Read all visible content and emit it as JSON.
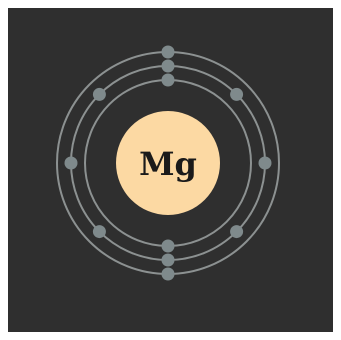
{
  "element": {
    "symbol": "Mg"
  },
  "shells": [
    {
      "electrons": 2
    },
    {
      "electrons": 8
    },
    {
      "electrons": 2
    }
  ],
  "colors": {
    "background": "#2f2f2f",
    "frame": "#ffffff",
    "nucleus": "#fcd9a3",
    "nucleus_text": "#1a1a1a",
    "orbit": "#8c9191",
    "electron": "#7f8a8c"
  }
}
